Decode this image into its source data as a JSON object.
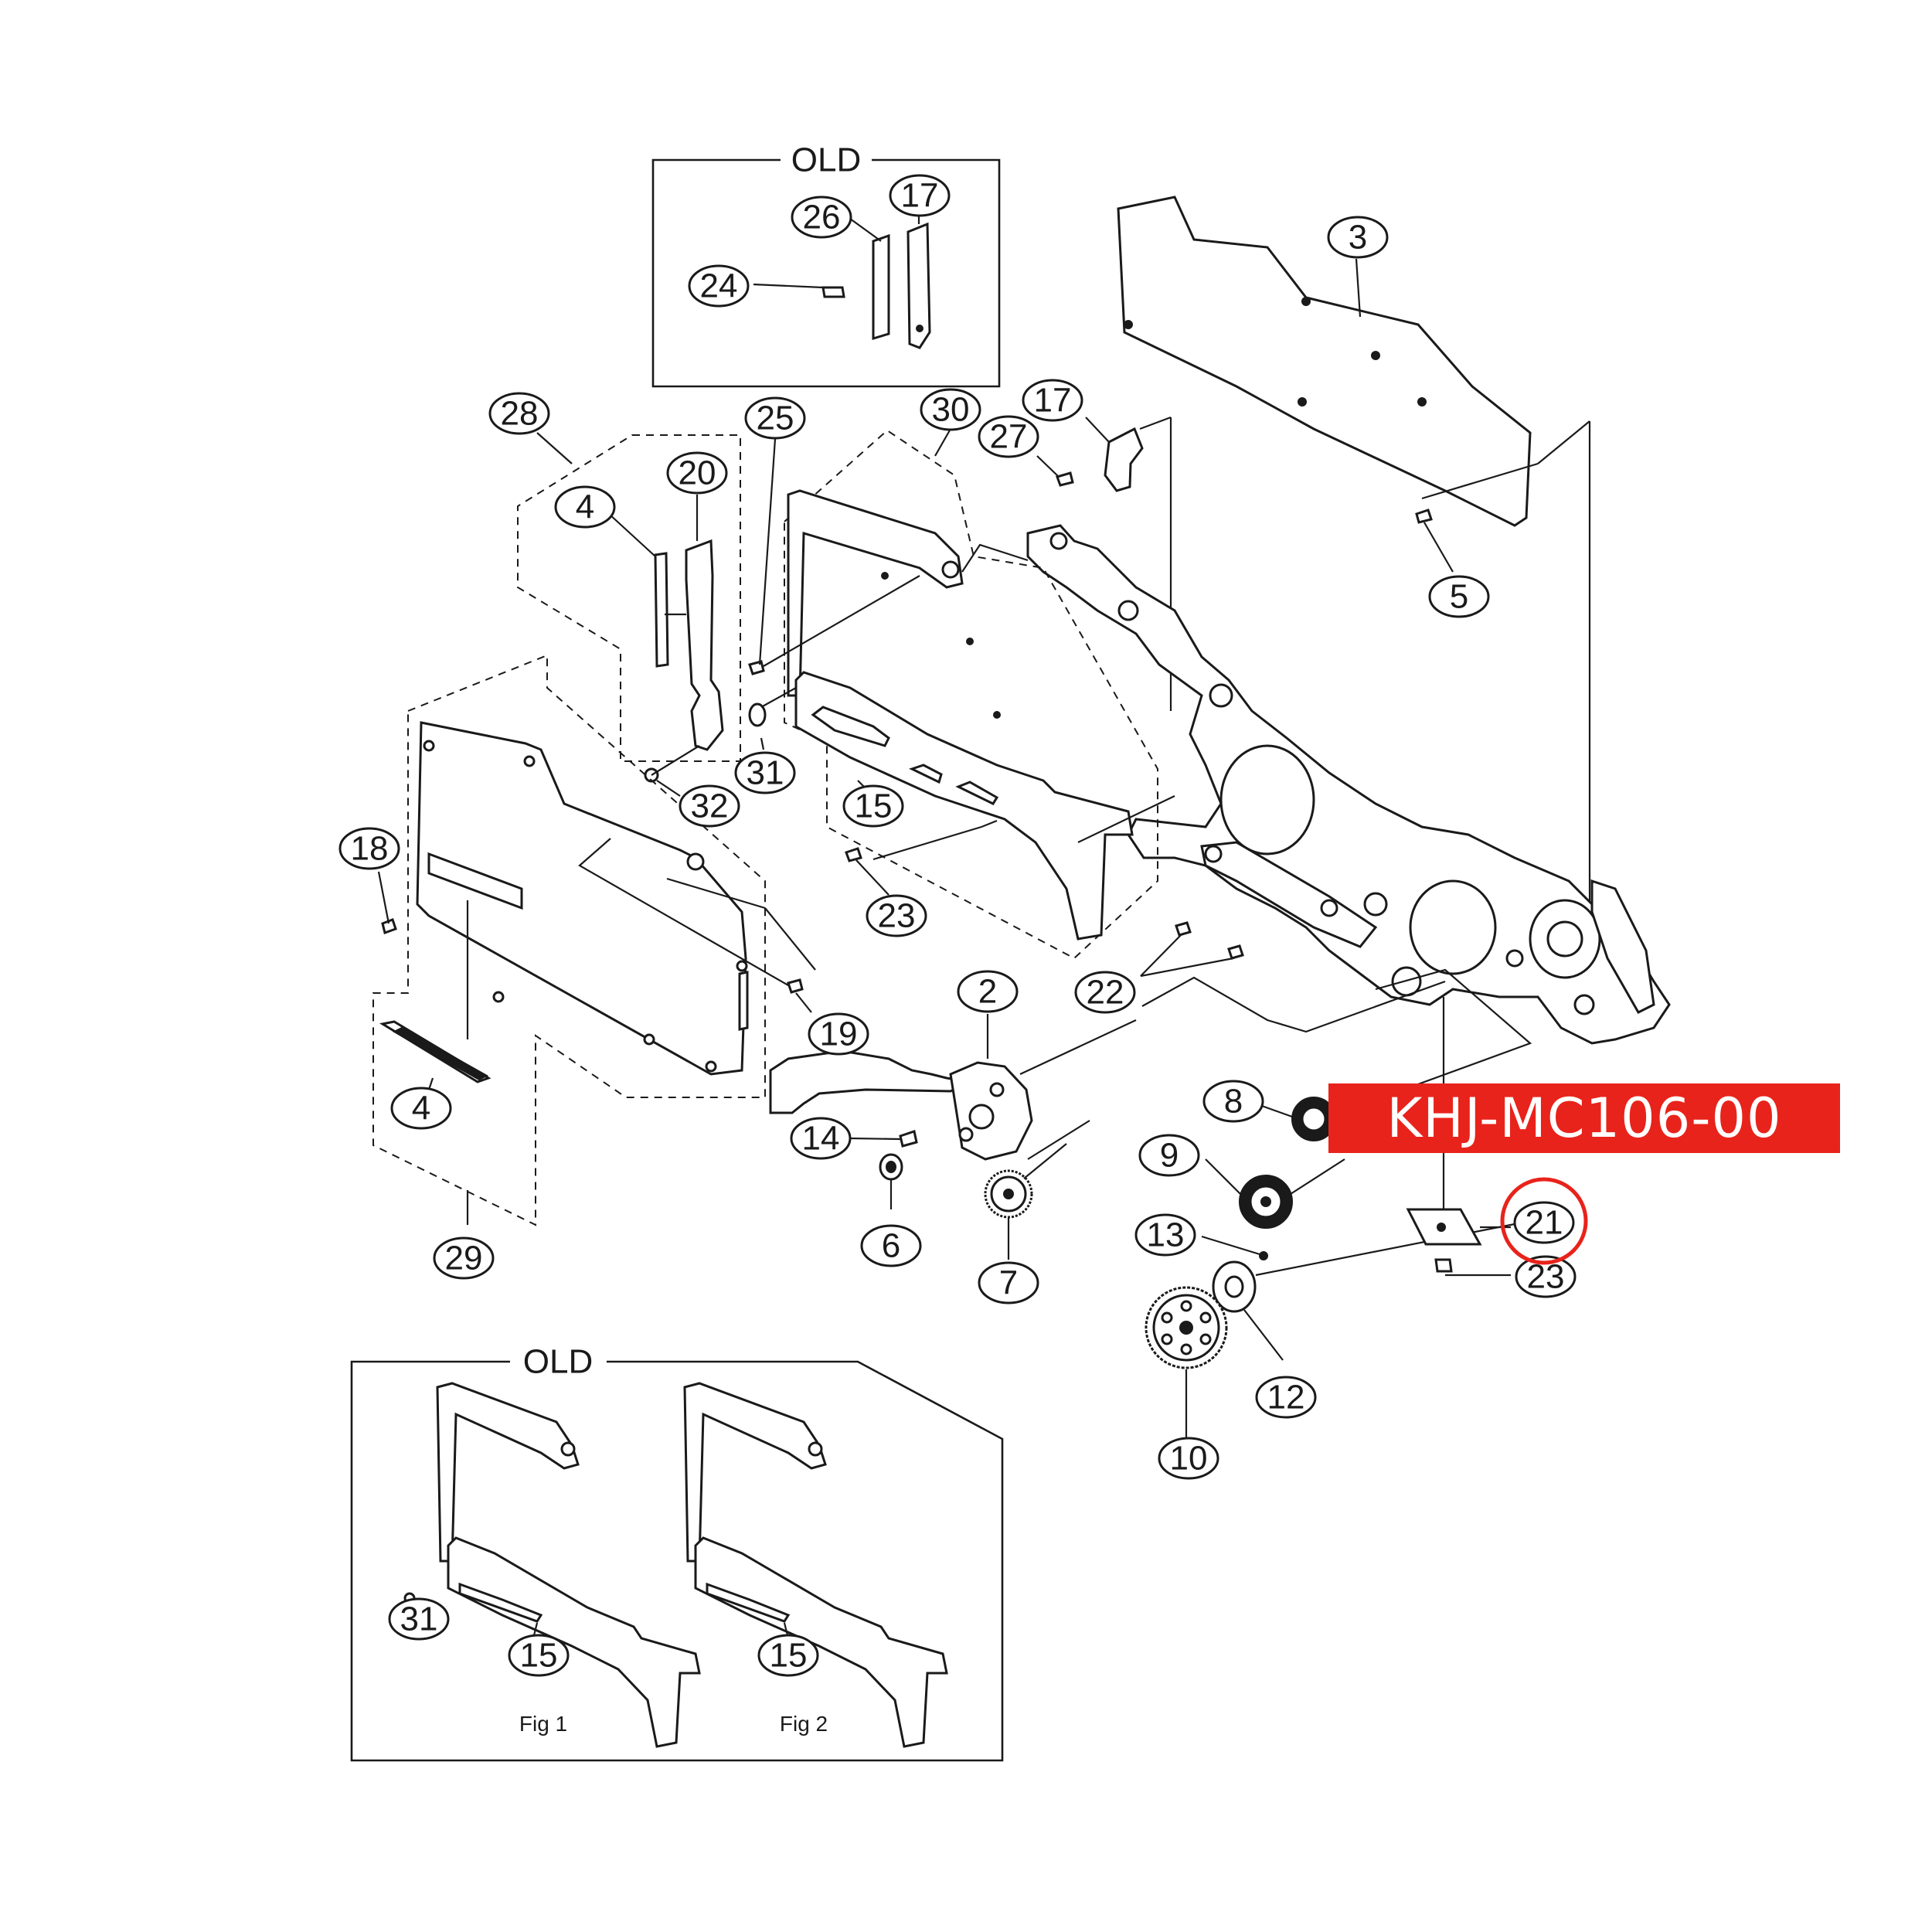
{
  "boxes": {
    "top_old": "OLD",
    "bottom_old": "OLD"
  },
  "figures": {
    "fig1": "Fig 1",
    "fig2": "Fig 2"
  },
  "highlight": {
    "part_number": "KHJ-MC106-00",
    "highlight_color": "#e8231b",
    "circled_item": "21"
  },
  "callouts": {
    "c17_old": "17",
    "c26": "26",
    "c24": "24",
    "c3": "3",
    "c5": "5",
    "c17": "17",
    "c27": "27",
    "c28": "28",
    "c20": "20",
    "c4_top": "4",
    "c25": "25",
    "c30": "30",
    "c31": "31",
    "c32": "32",
    "c15": "15",
    "c18": "18",
    "c23_mid": "23",
    "c19": "19",
    "c22": "22",
    "c2": "2",
    "c4_bottom": "4",
    "c14": "14",
    "c6": "6",
    "c7": "7",
    "c29": "29",
    "c8": "8",
    "c9": "9",
    "c13": "13",
    "c21": "21",
    "c23_right": "23",
    "c12": "12",
    "c10": "10",
    "c31_old": "31",
    "c15_fig1": "15",
    "c15_fig2": "15"
  }
}
